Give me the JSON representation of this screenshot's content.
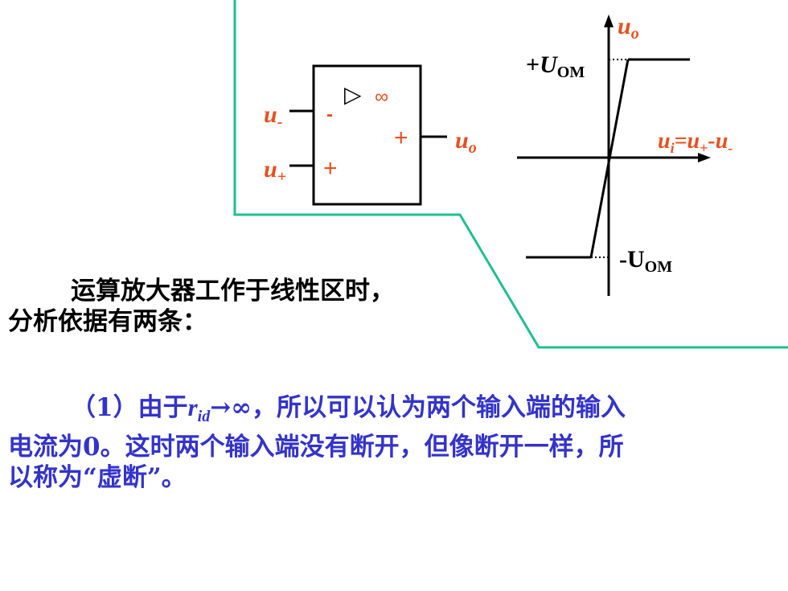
{
  "op_amp": {
    "symbol": "▷",
    "gain": "∞",
    "inv_sign": "-",
    "noninv_sign": "+",
    "out_sign": "+",
    "in_minus_base": "u",
    "in_minus_sub": "-",
    "in_plus_base": "u",
    "in_plus_sub": "+",
    "out_base": "u",
    "out_sub": "o"
  },
  "transfer": {
    "y_axis_base": "u",
    "y_axis_sub": "o",
    "x_axis_label": "ui=u+-u-",
    "x_axis_parts": [
      "u",
      "i",
      "=u",
      "+",
      "-u",
      "-"
    ],
    "top_level_prefix": "+",
    "top_level_U": "U",
    "top_level_sub": "OM",
    "bottom_level_prefix": "-U",
    "bottom_level_sub": "OM"
  },
  "text": {
    "para1_line1": "运算放大器工作于线性区时，",
    "para1_line2": "分析依据有两条：",
    "para2_a": "（1）由于",
    "para2_r": "r",
    "para2_r_sub": "id",
    "para2_b": "→∞，所以可以认为两个输入端的输入",
    "para2_line2": "电流为0。这时两个输入端没有断开，但像断开一样，所",
    "para2_line3": "以称为“虚断”。"
  },
  "colors": {
    "border_green": "#1fbf8f",
    "label_orange": "#e8501e",
    "text_blue": "#3333cc"
  }
}
